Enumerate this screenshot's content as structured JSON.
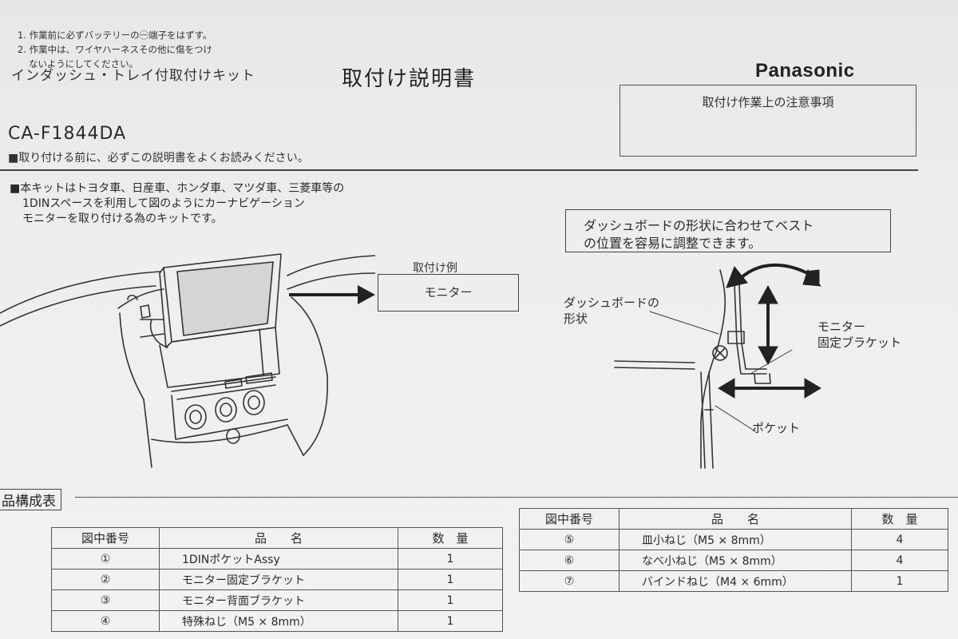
{
  "header": {
    "kit_title": "インダッシュ・トレイ付取付けキット",
    "doc_title": "取付け説明書",
    "brand": "Panasonic",
    "model": "CA-F1844DA",
    "read_note": "■取り付ける前に、必ずこの説明書をよくお読みください。"
  },
  "caution": {
    "title": "取付け作業上の注意事項",
    "line1": "1. 作業前に必ずバッテリーの㊀端子をはずす。",
    "line2": "2. 作業中は、ワイヤハーネスその他に傷をつけ",
    "line3": "ないようにしてください。"
  },
  "intro": {
    "line1": "■本キットはトヨタ車、日産車、ホンダ車、マツダ車、三菱車等の",
    "line2": "1DINスペースを利用して図のようにカーナビゲーション",
    "line3": "モニターを取り付ける為のキットです。"
  },
  "example": {
    "label": "取付け例",
    "box": "モニター"
  },
  "diagram": {
    "adjust_line1": "ダッシュボードの形状に合わせてベスト",
    "adjust_line2": "の位置を容易に調整できます。",
    "dash_line1": "ダッシュボードの",
    "dash_line2": "形状",
    "monitor_line1": "モニター",
    "monitor_line2": "固定ブラケット",
    "pocket": "ポケット"
  },
  "parts": {
    "title": "品構成表",
    "headers": {
      "num": "図中番号",
      "name": "品　　名",
      "qty": "数　量"
    },
    "left_rows": [
      {
        "num": "①",
        "name": "1DINポケットAssy",
        "qty": "1"
      },
      {
        "num": "②",
        "name": "モニター固定ブラケット",
        "qty": "1"
      },
      {
        "num": "③",
        "name": "モニター背面ブラケット",
        "qty": "1"
      },
      {
        "num": "④",
        "name": "特殊ねじ（M5 × 8mm）",
        "qty": "1"
      }
    ],
    "right_rows": [
      {
        "num": "⑤",
        "name": "皿小ねじ（M5 × 8mm）",
        "qty": "4"
      },
      {
        "num": "⑥",
        "name": "なべ小ねじ（M5 × 8mm）",
        "qty": "4"
      },
      {
        "num": "⑦",
        "name": "バインドねじ（M4 × 6mm）",
        "qty": "1"
      }
    ]
  }
}
